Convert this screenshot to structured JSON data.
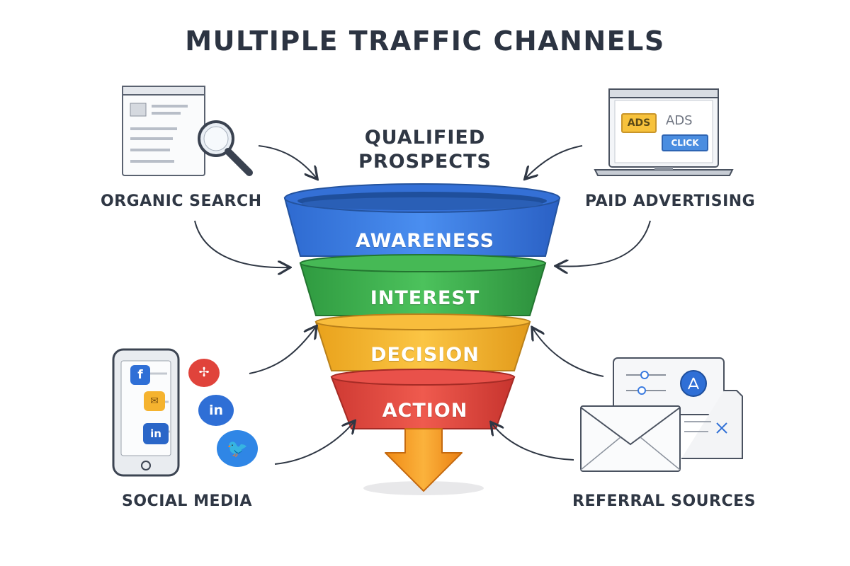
{
  "title": "MULTIPLE TRAFFIC CHANNELS",
  "subtitle": "QUALIFIED PROSPECTS",
  "channels": {
    "organic": "ORGANIC SEARCH",
    "paid": "PAID ADVERTISING",
    "social": "SOCIAL MEDIA",
    "referral": "REFERRAL SOURCES"
  },
  "funnel_stages": [
    {
      "label": "AWARENESS",
      "color": "#3b7be0"
    },
    {
      "label": "INTEREST",
      "color": "#3bb04c"
    },
    {
      "label": "DECISION",
      "color": "#f3b42c"
    },
    {
      "label": "ACTION",
      "color": "#e2453c"
    }
  ],
  "paid_icon": {
    "ads_badge": "ADS",
    "ads_text": "ADS",
    "click_button": "CLICK"
  },
  "social_icons": {
    "facebook": "f",
    "linkedin": "in",
    "linkedin_bubble": "in"
  },
  "icons": [
    "search-document-icon",
    "magnifier-icon",
    "laptop-icon",
    "smartphone-icon",
    "facebook-icon",
    "linkedin-icon",
    "twitter-icon",
    "pinterest-icon",
    "email-envelope-icon",
    "profile-card-icon",
    "arrow-down-icon"
  ],
  "colors": {
    "text": "#2f3744",
    "awareness": "#3b7be0",
    "interest": "#3bb04c",
    "decision": "#f3b42c",
    "action": "#e2453c",
    "arrow": "#f39a1f"
  }
}
